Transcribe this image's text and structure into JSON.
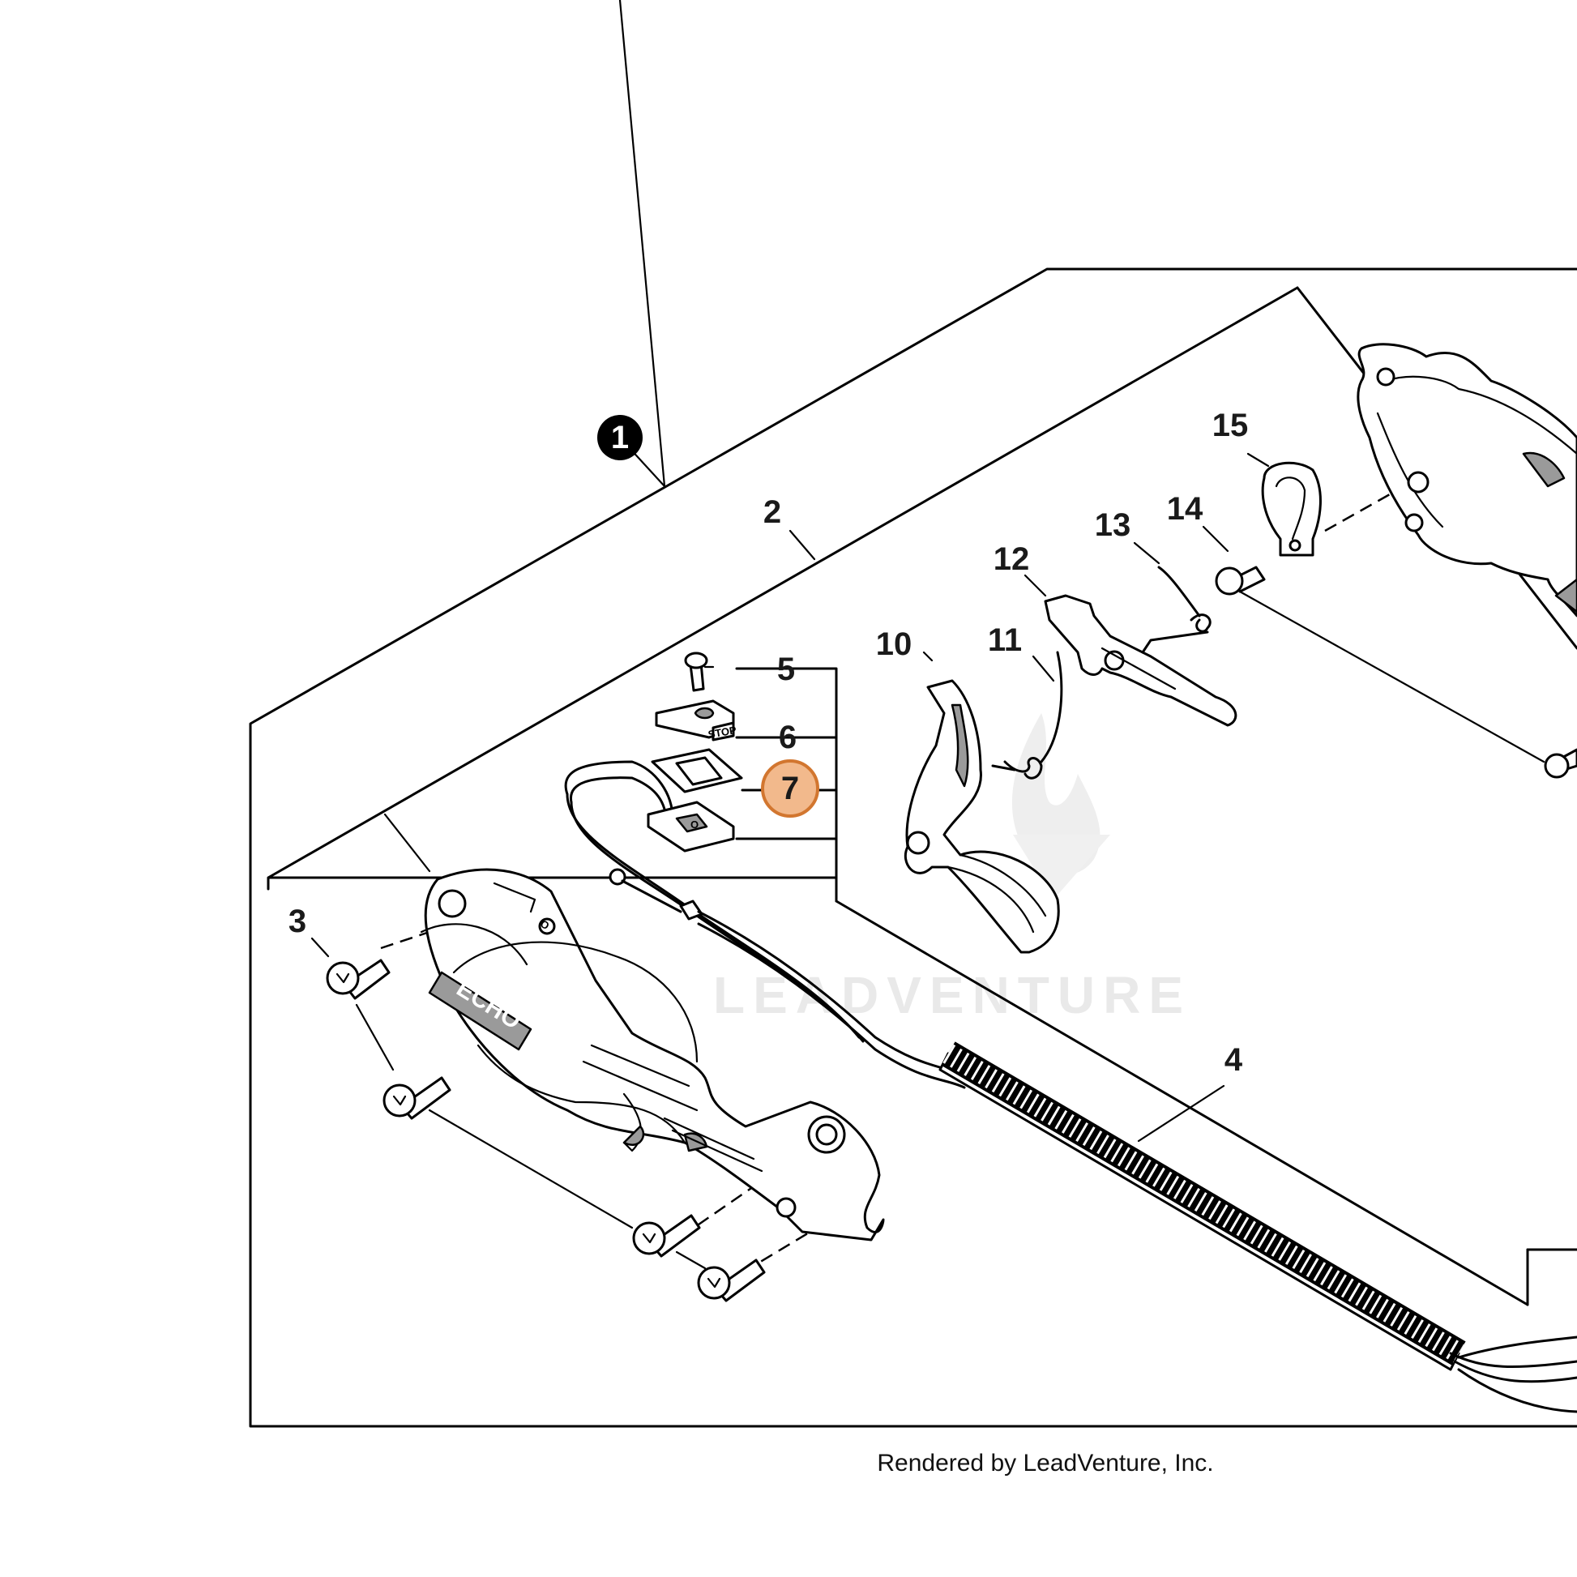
{
  "callouts": {
    "c1": "1",
    "c2": "2",
    "c3": "3",
    "c4": "4",
    "c5": "5",
    "c6": "6",
    "c7": "7",
    "c10": "10",
    "c11": "11",
    "c12": "12",
    "c13": "13",
    "c14": "14",
    "c15": "15"
  },
  "highlighted_callout": "7",
  "colors": {
    "highlight_fill": "#f2b98c",
    "highlight_stroke": "#d2762f",
    "callout_1_fill": "#000000"
  },
  "part_labels": {
    "brand": "ECHO",
    "stop_plate": "STOP",
    "switch_mark": "O"
  },
  "watermark": "LEADVENTURE",
  "credit": "Rendered by LeadVenture, Inc."
}
